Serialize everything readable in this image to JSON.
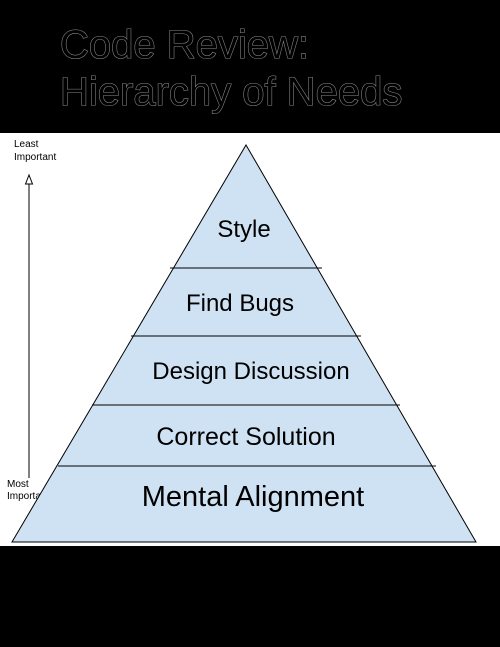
{
  "title": {
    "line1": "Code Review:",
    "line2": "Hierarchy of Needs"
  },
  "axis": {
    "top_label_line1": "Least",
    "top_label_line2": "Important",
    "bottom_label_line1": "Most",
    "bottom_label_line2": "Important"
  },
  "levels": [
    {
      "label": "Style"
    },
    {
      "label": "Find Bugs"
    },
    {
      "label": "Design Discussion"
    },
    {
      "label": "Correct Solution"
    },
    {
      "label": "Mental Alignment"
    }
  ],
  "colors": {
    "background": "#000000",
    "pyramid_fill": "#cfe2f3",
    "pyramid_stroke": "#000000",
    "backing_panel": "#ffffff",
    "text": "#000000"
  }
}
